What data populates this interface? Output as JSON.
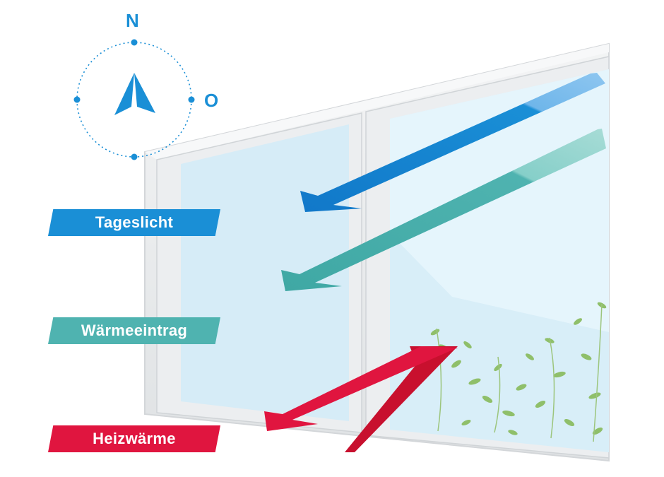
{
  "compass": {
    "north": "N",
    "east": "O"
  },
  "labels": {
    "daylight": "Tageslicht",
    "heat_gain": "Wärmeeintrag",
    "heating": "Heizwärme"
  },
  "colors": {
    "daylight": "#1a8fd6",
    "heat_gain": "#4fb3b0",
    "heating": "#e0153f",
    "glass": "#d8eef8",
    "frame": "#e8eaec",
    "foliage": "#8fbf6a"
  },
  "icons": [
    "compass-arrow-icon"
  ]
}
